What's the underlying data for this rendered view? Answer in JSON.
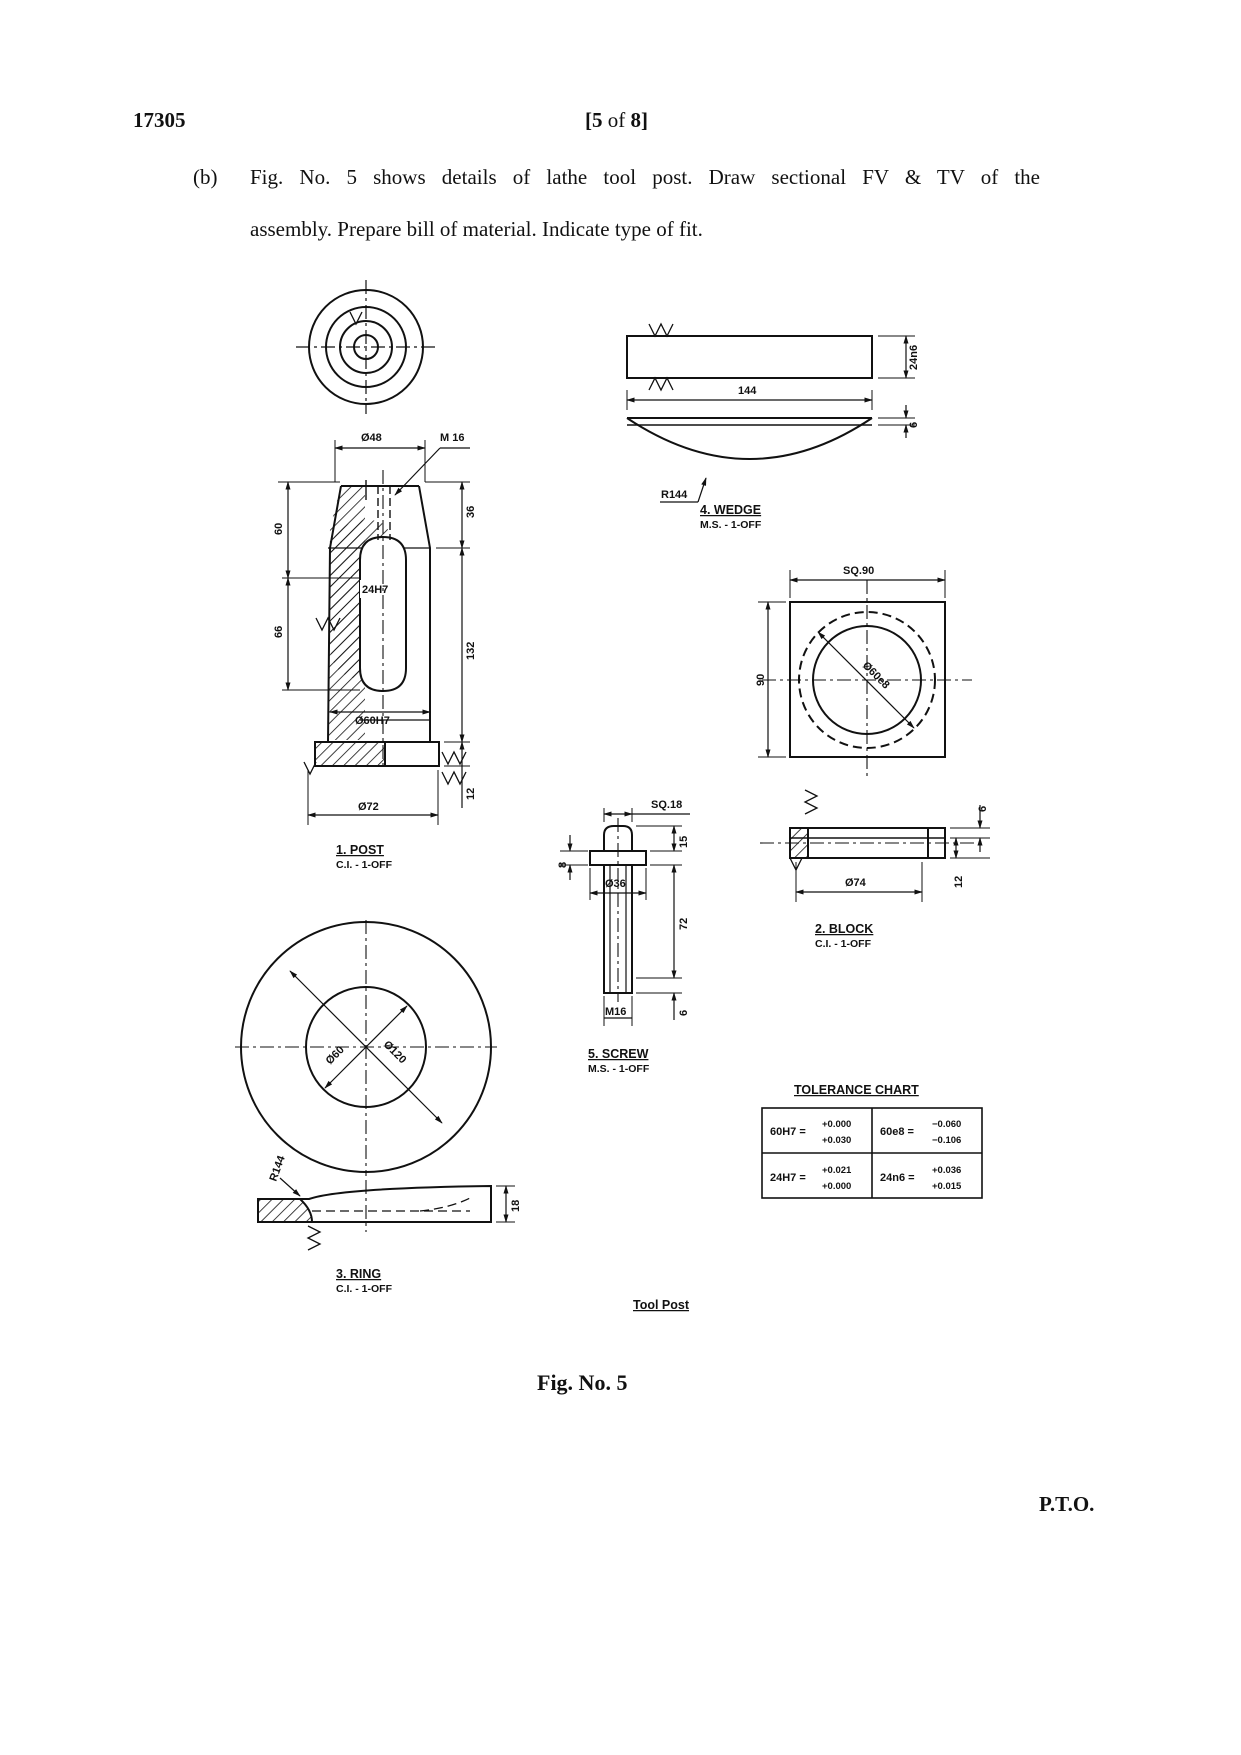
{
  "header": {
    "paper_code": "17305",
    "page_prefix": "[",
    "page_num": "5",
    "page_of": " of ",
    "page_total": "8",
    "page_suffix": "]"
  },
  "question": {
    "label": "(b)",
    "line1": "Fig. No. 5 shows details of lathe tool post. Draw sectional FV & TV of the",
    "line2": "assembly. Prepare bill of material. Indicate type of fit."
  },
  "drawing": {
    "post": {
      "title": "1. POST",
      "spec": "C.I. - 1-OFF",
      "dims": [
        "Ø48",
        "M 16",
        "60",
        "36",
        "24H7",
        "66",
        "132",
        "Ø60H7",
        "Ø72",
        "12"
      ]
    },
    "wedge": {
      "title": "4. WEDGE",
      "spec": "M.S. - 1-OFF",
      "dims": [
        "24n6",
        "144",
        "6",
        "R144"
      ]
    },
    "block": {
      "title": "2. BLOCK",
      "spec": "C.I. - 1-OFF",
      "dims": [
        "SQ.90",
        "90",
        "Ø60e8",
        "6",
        "Ø74",
        "12"
      ]
    },
    "screw": {
      "title": "5. SCREW",
      "spec": "M.S. - 1-OFF",
      "dims": [
        "SQ.18",
        "8",
        "15",
        "Ø36",
        "72",
        "M16",
        "6"
      ]
    },
    "ring": {
      "title": "3. RING",
      "spec": "C.I. - 1-OFF",
      "dims": [
        "Ø60",
        "Ø120",
        "R144",
        "18"
      ]
    },
    "tolerance_chart": {
      "title": "TOLERANCE CHART",
      "rows": [
        [
          {
            "fit": "60H7 =",
            "upper": "+0.000",
            "lower": "+0.030"
          },
          {
            "fit": "60e8 =",
            "upper": "−0.060",
            "lower": "−0.106"
          }
        ],
        [
          {
            "fit": "24H7 =",
            "upper": "+0.021",
            "lower": "+0.000"
          },
          {
            "fit": "24n6 =",
            "upper": "+0.036",
            "lower": "+0.015"
          }
        ]
      ]
    },
    "caption": "Tool Post"
  },
  "figure_label": "Fig. No. 5",
  "footer": {
    "pto": "P.T.O."
  }
}
